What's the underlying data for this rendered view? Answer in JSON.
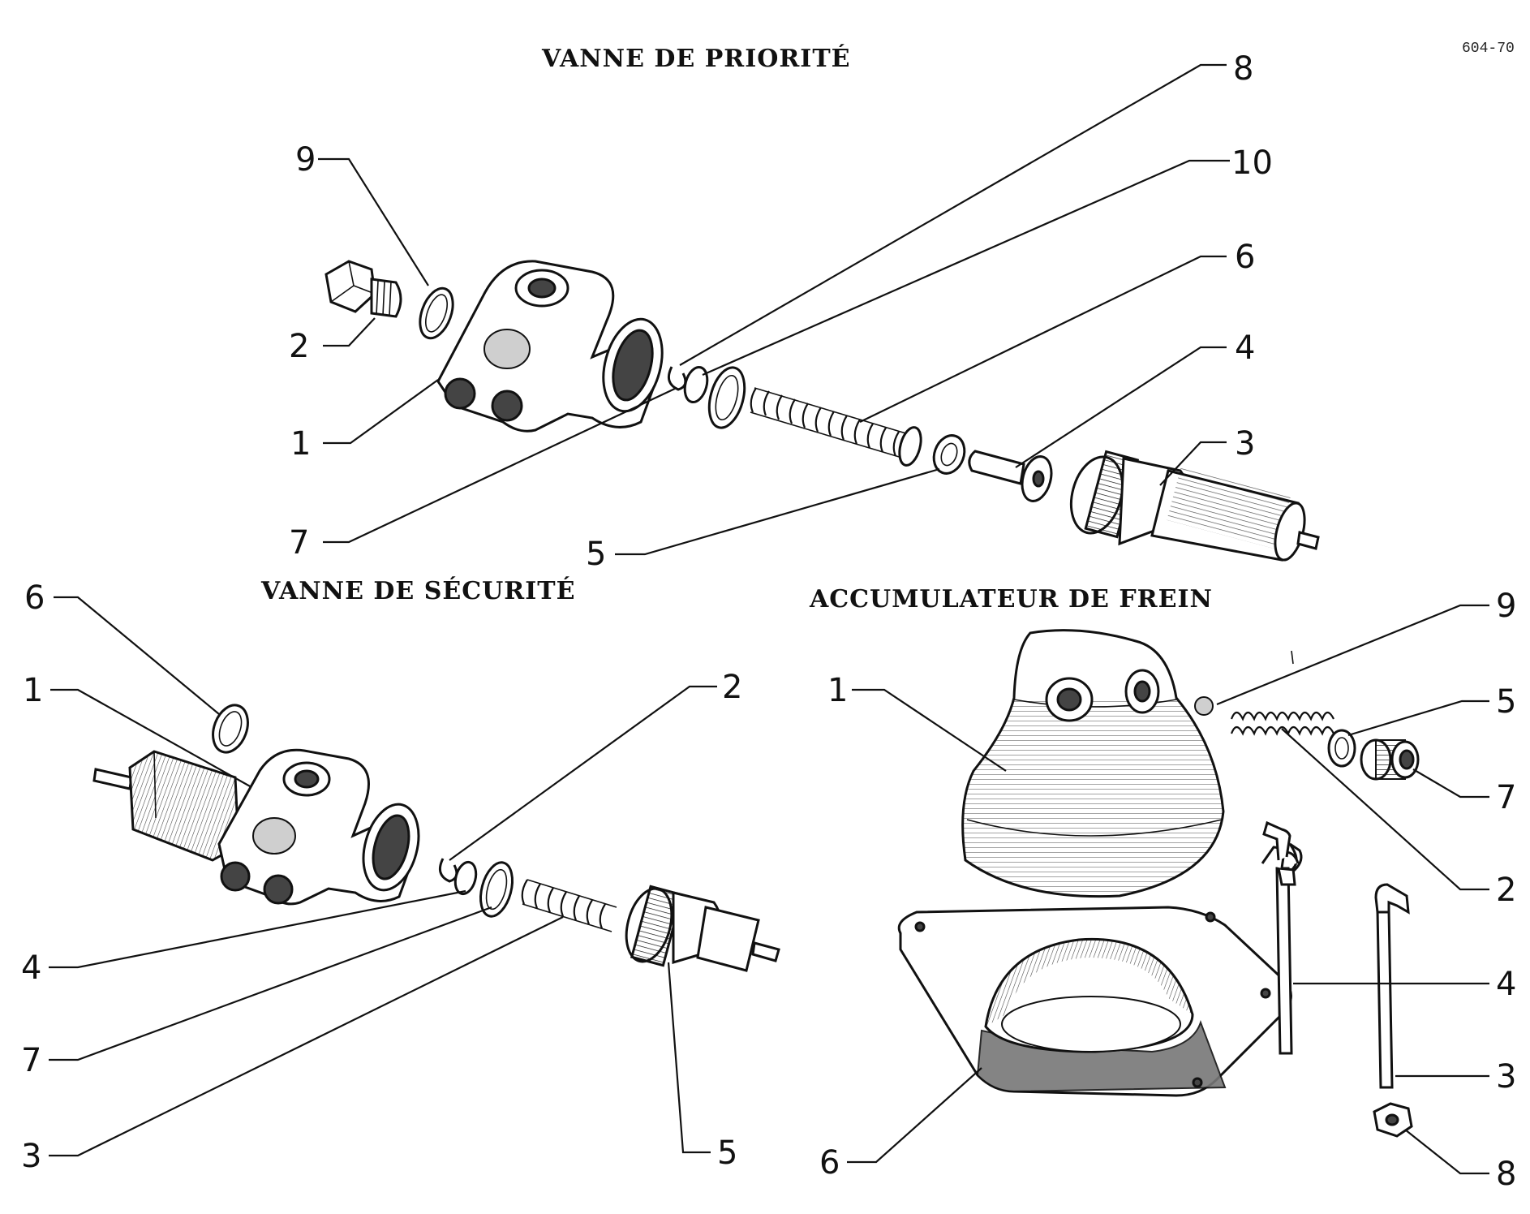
{
  "reference": "604-70",
  "sections": {
    "priority_valve": {
      "title": "VANNE DE PRIORITÉ",
      "callouts": [
        "1",
        "2",
        "3",
        "4",
        "5",
        "6",
        "7",
        "8",
        "9",
        "10"
      ]
    },
    "safety_valve": {
      "title": "VANNE DE SÉCURITÉ",
      "callouts": [
        "1",
        "2",
        "3",
        "4",
        "5",
        "6",
        "7"
      ]
    },
    "brake_accumulator": {
      "title": "ACCUMULATEUR DE FREIN",
      "callouts": [
        "1",
        "2",
        "3",
        "4",
        "5",
        "6",
        "7",
        "8",
        "9"
      ]
    }
  }
}
